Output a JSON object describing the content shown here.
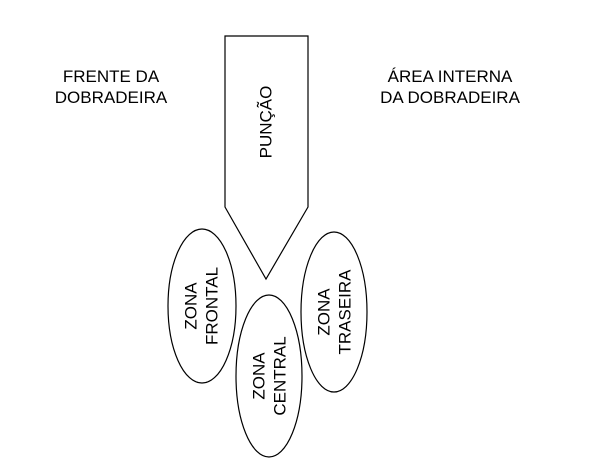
{
  "labels": {
    "front_line1": "FRENTE DA",
    "front_line2": "DOBRADEIRA",
    "inner_line1": "ÁREA INTERNA",
    "inner_line2": "DA DOBRADEIRA",
    "punch": "PUNÇÃO",
    "zone_front_line1": "ZONA",
    "zone_front_line2": "FRONTAL",
    "zone_central_line1": "ZONA",
    "zone_central_line2": "CENTRAL",
    "zone_rear_line1": "ZONA",
    "zone_rear_line2": "TRASEIRA"
  },
  "colors": {
    "stroke": "#000000",
    "fill": "#ffffff",
    "text": "#000000"
  }
}
